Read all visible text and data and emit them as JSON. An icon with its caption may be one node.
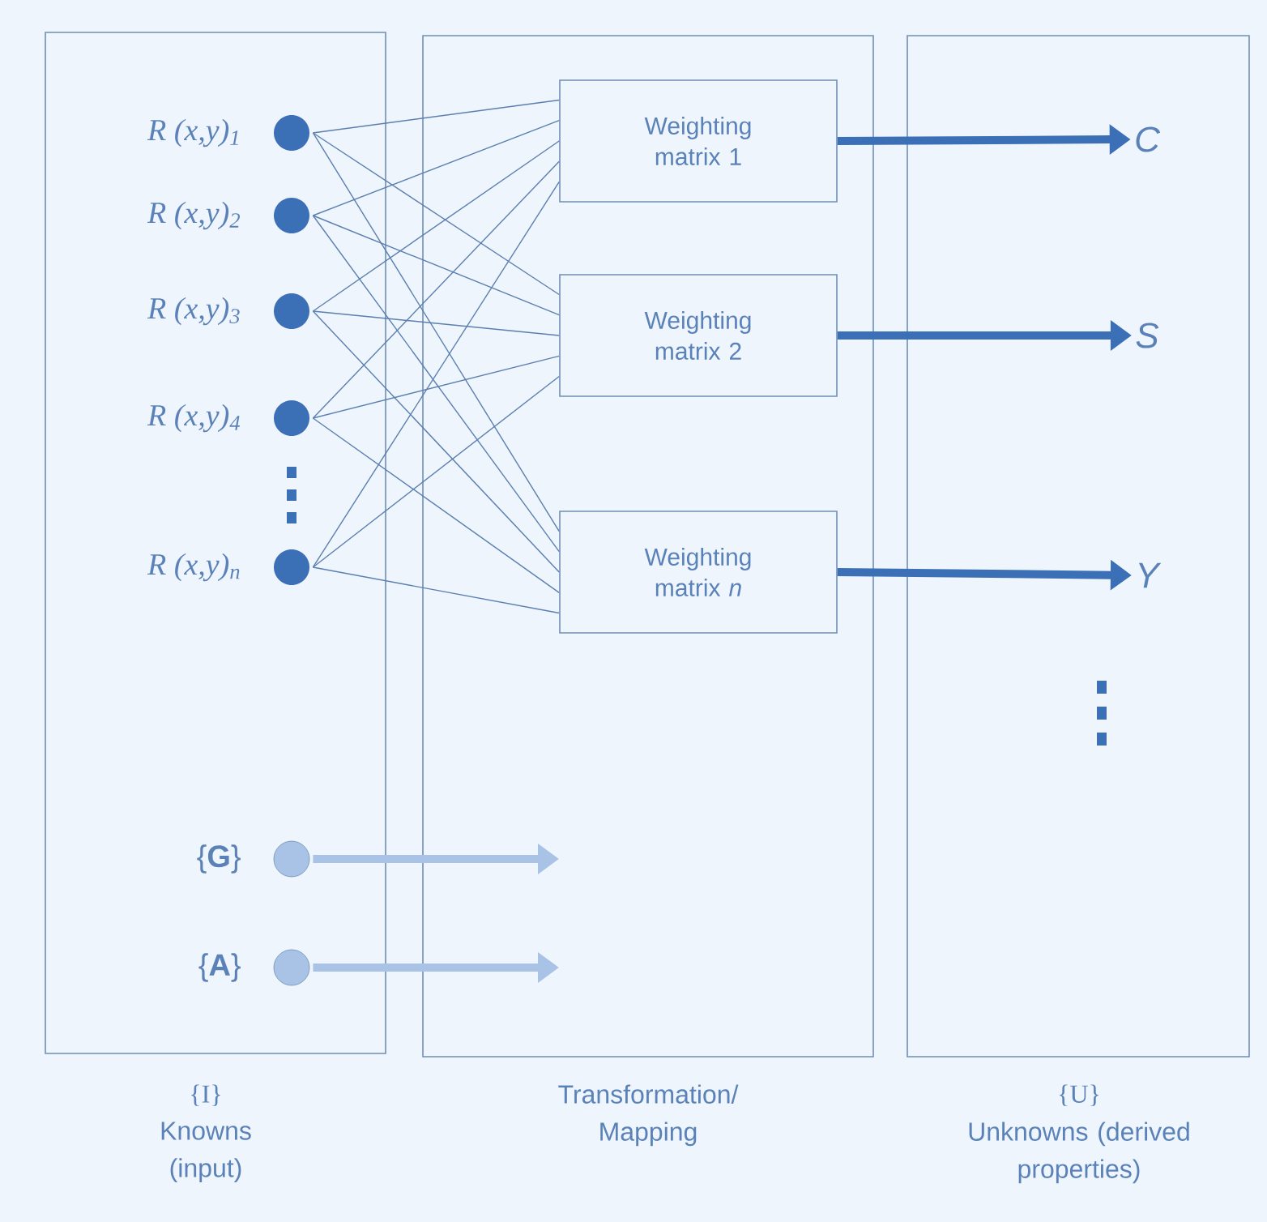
{
  "diagram": {
    "nodes": [
      {
        "text": [
          "{I}",
          "Knowns (input)"
        ]
      },
      {
        "text": [
          "Transformation/ Mapping"
        ]
      },
      {
        "text": [
          "{U}",
          "Unknowns (derived properties)"
        ]
      },
      {
        "text": [],
        "shape": "circle",
        "in": 0,
        "beside": [
          "R (x,y)$_{1}$"
        ]
      },
      {
        "text": [],
        "shape": "circle",
        "in": 0,
        "beside": [
          "R (x,y)$_{2}$"
        ]
      },
      {
        "text": [],
        "shape": "circle",
        "in": 0,
        "beside": [
          "R (x,y)$_{3}$"
        ]
      },
      {
        "text": [],
        "shape": "circle",
        "in": 0,
        "beside": [
          "R (x,y)$_{4}$"
        ]
      },
      {
        "text": [],
        "shape": "circle",
        "in": 0,
        "beside": [
          "R (x,y)$_{n}$"
        ]
      },
      {
        "text": [],
        "shape": "circle",
        "in": 0,
        "beside": [
          "{**G**}"
        ]
      },
      {
        "text": [],
        "shape": "circle",
        "in": 0,
        "beside": [
          "{**A**}"
        ]
      },
      {
        "text": [
          "Weighting matrix 1"
        ],
        "in": 1
      },
      {
        "text": [
          "Weighting matrix 2"
        ],
        "in": 1
      },
      {
        "text": [
          "Weighting matrix *n*"
        ],
        "in": 1
      },
      {
        "text": [
          "C"
        ],
        "in": 2
      },
      {
        "text": [
          "S"
        ],
        "in": 2
      },
      {
        "text": [
          "Y"
        ],
        "in": 2
      }
    ],
    "edges": [
      {
        "from": 3,
        "to": 10,
        "arrow": "none"
      },
      {
        "from": 3,
        "to": 11,
        "arrow": "none"
      },
      {
        "from": 3,
        "to": 12,
        "arrow": "none"
      },
      {
        "from": 4,
        "to": 10,
        "arrow": "none"
      },
      {
        "from": 4,
        "to": 11,
        "arrow": "none"
      },
      {
        "from": 4,
        "to": 12,
        "arrow": "none"
      },
      {
        "from": 5,
        "to": 10,
        "arrow": "none"
      },
      {
        "from": 5,
        "to": 11,
        "arrow": "none"
      },
      {
        "from": 5,
        "to": 12,
        "arrow": "none"
      },
      {
        "from": 6,
        "to": 10,
        "arrow": "none"
      },
      {
        "from": 6,
        "to": 11,
        "arrow": "none"
      },
      {
        "from": 6,
        "to": 12,
        "arrow": "none"
      },
      {
        "from": 7,
        "to": 10,
        "arrow": "none"
      },
      {
        "from": 7,
        "to": 11,
        "arrow": "none"
      },
      {
        "from": 7,
        "to": 12,
        "arrow": "none"
      },
      {
        "from": 10,
        "to": 13,
        "arrow": "to",
        "style": "thick",
        "color": "#3b6fb6"
      },
      {
        "from": 11,
        "to": 14,
        "arrow": "to",
        "style": "thick",
        "color": "#3b6fb6"
      },
      {
        "from": 12,
        "to": 15,
        "arrow": "to",
        "style": "thick",
        "color": "#3b6fb6"
      },
      {
        "from": 8,
        "to": null,
        "arrow": "to",
        "style": "thick",
        "color": "#a8c3e6"
      },
      {
        "from": 9,
        "to": null,
        "arrow": "to",
        "style": "thick",
        "color": "#a8c3e6"
      }
    ]
  }
}
